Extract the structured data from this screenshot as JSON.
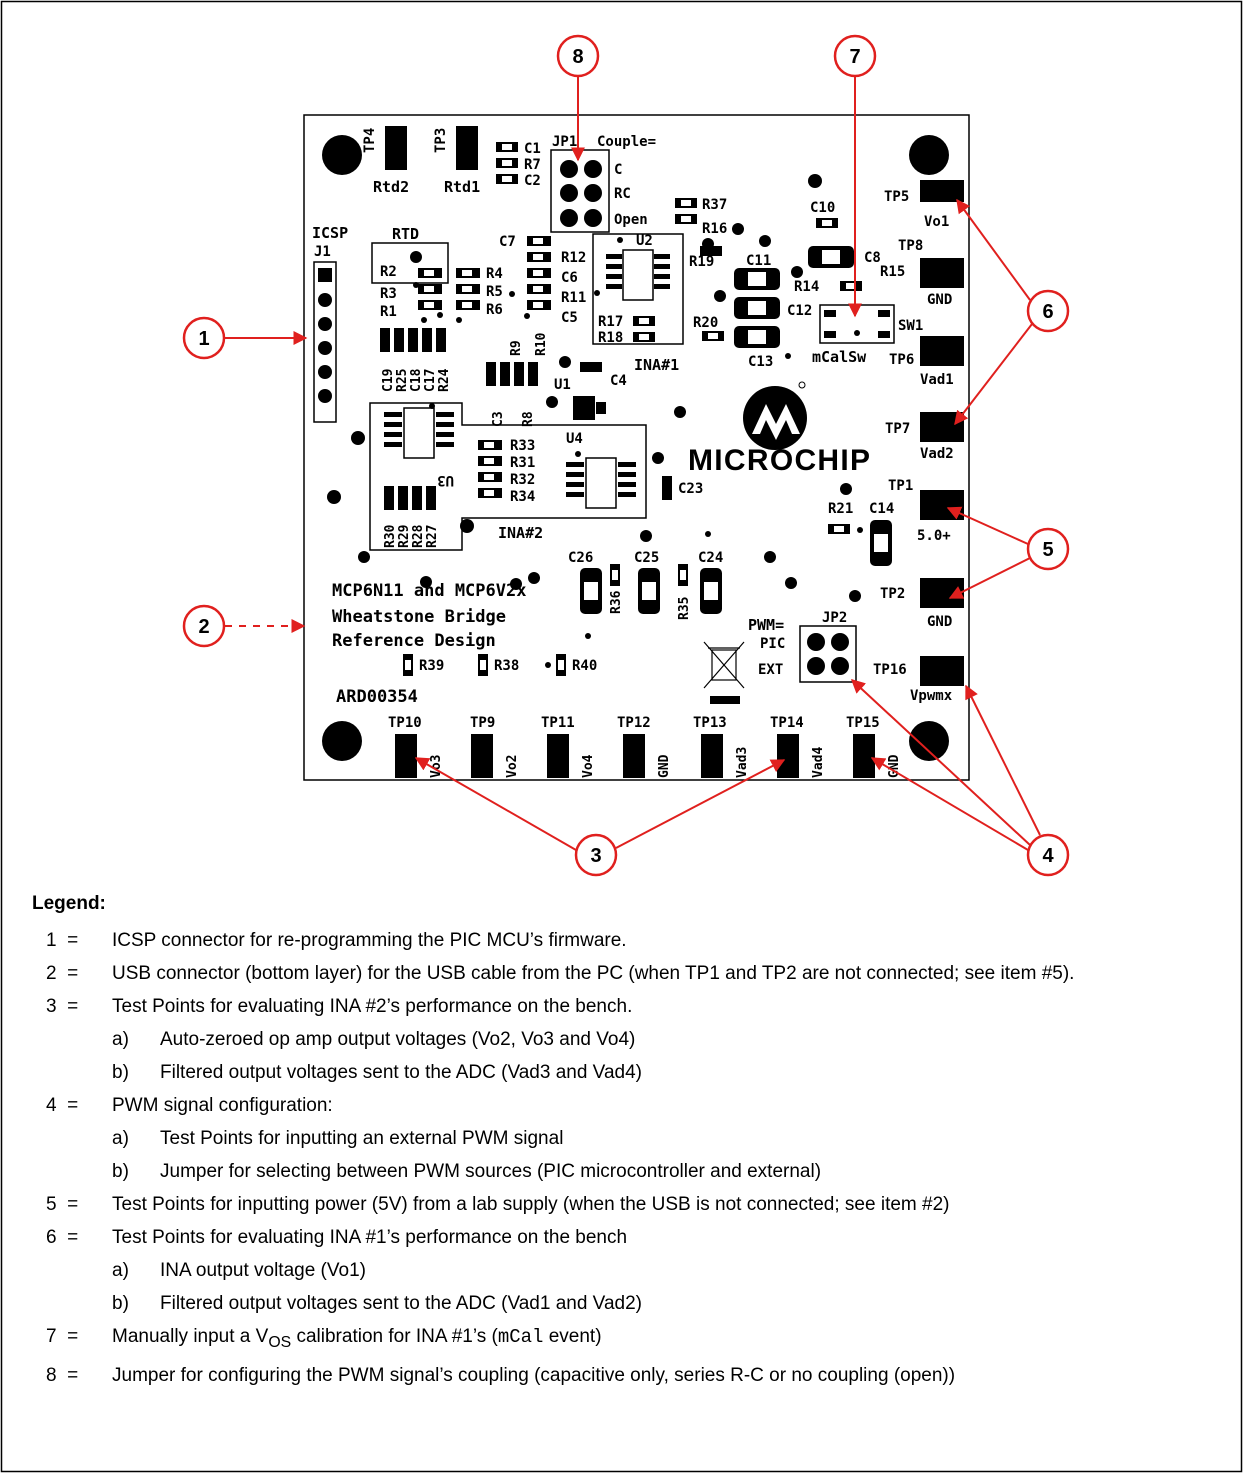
{
  "board": {
    "j1_label": "J1",
    "icsp_label": "ICSP",
    "rtd_label": "RTD",
    "couple_label": "Couple=",
    "jp1_label": "JP1",
    "jp1_opts": [
      "C",
      "RC",
      "Open"
    ],
    "u2_label": "U2",
    "u1_label": "U1",
    "u3_label": "U3",
    "u4_label": "U4",
    "ina1_label": "INA#1",
    "ina2_label": "INA#2",
    "sw1_label": "SW1",
    "mcalsw_label": "mCalSw",
    "brand": "MICROCHIP",
    "pwm_label": "PWM=",
    "jp2_label": "JP2",
    "pic_label": "PIC",
    "ext_label": "EXT",
    "silk_line1": "MCP6N11 and MCP6V2x",
    "silk_line2": "Wheatstone Bridge",
    "silk_line3": "Reference Design",
    "board_id": "ARD00354",
    "rtd2": "Rtd2",
    "rtd1": "Rtd1",
    "tp_right": [
      {
        "tp": "TP5",
        "sig": "Vo1"
      },
      {
        "tp": "TP8",
        "sig": "GND"
      },
      {
        "tp": "TP6",
        "sig": "Vad1"
      },
      {
        "tp": "TP7",
        "sig": "Vad2"
      },
      {
        "tp": "TP1",
        "sig": "5.0+"
      },
      {
        "tp": "TP2",
        "sig": "GND"
      },
      {
        "tp": "TP16",
        "sig": "Vpwmx"
      }
    ],
    "tp_bottom": [
      {
        "tp": "TP10",
        "sig": "Vo3"
      },
      {
        "tp": "TP9",
        "sig": "Vo2"
      },
      {
        "tp": "TP11",
        "sig": "Vo4"
      },
      {
        "tp": "TP12",
        "sig": "GND"
      },
      {
        "tp": "TP13",
        "sig": "Vad3"
      },
      {
        "tp": "TP14",
        "sig": "Vad4"
      },
      {
        "tp": "TP15",
        "sig": "GND"
      }
    ],
    "tp4": "TP4",
    "tp3": "TP3",
    "parts": {
      "c1": "C1",
      "r7": "R7",
      "c2": "C2",
      "r37": "R37",
      "r16": "R16",
      "c10": "C10",
      "c8": "C8",
      "r15": "R15",
      "r14": "R14",
      "c11": "C11",
      "c12": "C12",
      "c13": "C13",
      "r19": "R19",
      "r20": "R20",
      "r17": "R17",
      "r18": "R18",
      "c7": "C7",
      "r12": "R12",
      "c6": "C6",
      "r11": "R11",
      "c5": "C5",
      "r2": "R2",
      "r3": "R3",
      "r1": "R1",
      "r4": "R4",
      "r5": "R5",
      "r6": "R6",
      "r9": "R9",
      "r10": "R10",
      "c4": "C4",
      "c19": "C19",
      "r25": "R25",
      "c18": "C18",
      "c17": "C17",
      "r24": "R24",
      "c3": "C3",
      "r8": "R8",
      "r33": "R33",
      "r31": "R31",
      "r32": "R32",
      "r34": "R34",
      "r30": "R30",
      "r29": "R29",
      "r28": "R28",
      "r27": "R27",
      "c23": "C23",
      "r21": "R21",
      "c14": "C14",
      "c26": "C26",
      "c25": "C25",
      "c24": "C24",
      "r36": "R36",
      "r35": "R35",
      "r39": "R39",
      "r38": "R38",
      "r40": "R40"
    }
  },
  "callouts": [
    "1",
    "2",
    "3",
    "4",
    "5",
    "6",
    "7",
    "8"
  ],
  "colors": {
    "callout": "#e0201e",
    "silk": "#000000"
  },
  "legend": {
    "title": "Legend:",
    "items": [
      {
        "num": "1",
        "eq": "=",
        "text": "ICSP connector for re-programming the PIC MCU’s firmware."
      },
      {
        "num": "2",
        "eq": "=",
        "text": "USB connector (bottom layer) for the USB cable from the PC (when TP1 and TP2 are not connected; see item #5)."
      },
      {
        "num": "3",
        "eq": "=",
        "text": "Test Points for evaluating INA #2’s performance on the bench.",
        "subs": [
          {
            "letter": "a)",
            "text": "Auto-zeroed op amp output voltages (Vo2, Vo3 and Vo4)"
          },
          {
            "letter": "b)",
            "text": "Filtered output voltages sent to the ADC (Vad3 and Vad4)"
          }
        ]
      },
      {
        "num": "4",
        "eq": "=",
        "text": "PWM signal configuration:",
        "subs": [
          {
            "letter": "a)",
            "text": "Test Points for inputting an external PWM signal"
          },
          {
            "letter": "b)",
            "text": "Jumper for selecting between PWM sources (PIC microcontroller and external)"
          }
        ]
      },
      {
        "num": "5",
        "eq": "=",
        "text": "Test Points for inputting power (5V) from a lab supply (when the USB is not connected; see item #2)"
      },
      {
        "num": "6",
        "eq": "=",
        "text": "Test Points for evaluating INA #1’s performance on the bench",
        "subs": [
          {
            "letter": "a)",
            "text": "INA output voltage (Vo1)"
          },
          {
            "letter": "b)",
            "text": "Filtered output voltages sent to the ADC (Vad1 and Vad2)"
          }
        ]
      },
      {
        "num": "7",
        "eq": "=",
        "pre": "Manually input a V",
        "subscript": "OS",
        "mid": " calibration for INA #1’s (",
        "code": "mCal",
        "post": " event)"
      },
      {
        "num": "8",
        "eq": "=",
        "text": "Jumper for configuring the PWM signal’s coupling (capacitive only, series R-C or no coupling (open))"
      }
    ]
  }
}
